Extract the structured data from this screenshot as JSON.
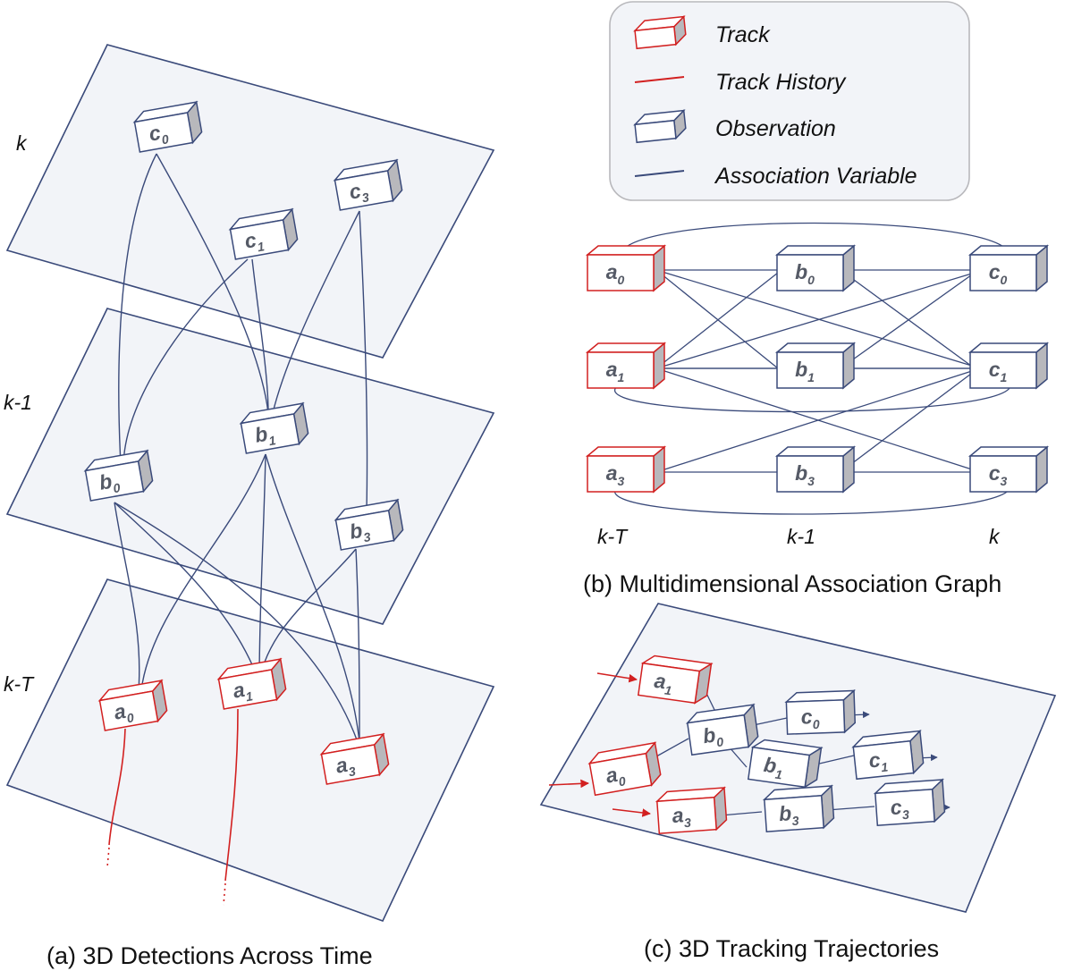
{
  "colors": {
    "track": "#d22020",
    "observation": "#3a4a7a",
    "plane_fill": "#f2f4f8",
    "box_side": "#b8b8bc"
  },
  "legend": {
    "track": "Track",
    "track_history": "Track History",
    "observation": "Observation",
    "association_variable": "Association Variable"
  },
  "panel_a": {
    "caption": "(a) 3D Detections Across Time",
    "layer_k": "k",
    "layer_k1": "k-1",
    "layer_kT": "k-T",
    "nodes": {
      "c0": {
        "base": "c",
        "sub": "0"
      },
      "c1": {
        "base": "c",
        "sub": "1"
      },
      "c3": {
        "base": "c",
        "sub": "3"
      },
      "b0": {
        "base": "b",
        "sub": "0"
      },
      "b1": {
        "base": "b",
        "sub": "1"
      },
      "b3": {
        "base": "b",
        "sub": "3"
      },
      "a0": {
        "base": "a",
        "sub": "0"
      },
      "a1": {
        "base": "a",
        "sub": "1"
      },
      "a3": {
        "base": "a",
        "sub": "3"
      }
    }
  },
  "panel_b": {
    "caption": "(b) Multidimensional Association Graph",
    "col_kT": "k-T",
    "col_k1": "k-1",
    "col_k": "k",
    "nodes": {
      "a0": {
        "base": "a",
        "sub": "0"
      },
      "a1": {
        "base": "a",
        "sub": "1"
      },
      "a3": {
        "base": "a",
        "sub": "3"
      },
      "b0": {
        "base": "b",
        "sub": "0"
      },
      "b1": {
        "base": "b",
        "sub": "1"
      },
      "b3": {
        "base": "b",
        "sub": "3"
      },
      "c0": {
        "base": "c",
        "sub": "0"
      },
      "c1": {
        "base": "c",
        "sub": "1"
      },
      "c3": {
        "base": "c",
        "sub": "3"
      }
    }
  },
  "panel_c": {
    "caption": "(c) 3D Tracking Trajectories",
    "nodes": {
      "a1": {
        "base": "a",
        "sub": "1"
      },
      "a0": {
        "base": "a",
        "sub": "0"
      },
      "a3": {
        "base": "a",
        "sub": "3"
      },
      "b0": {
        "base": "b",
        "sub": "0"
      },
      "b1": {
        "base": "b",
        "sub": "1"
      },
      "b3": {
        "base": "b",
        "sub": "3"
      },
      "c0": {
        "base": "c",
        "sub": "0"
      },
      "c1": {
        "base": "c",
        "sub": "1"
      },
      "c3": {
        "base": "c",
        "sub": "3"
      }
    }
  }
}
